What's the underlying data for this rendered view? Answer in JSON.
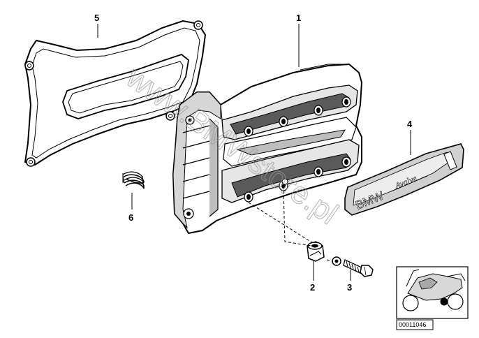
{
  "callouts": {
    "p1": "1",
    "p2": "2",
    "p3": "3",
    "p4": "4",
    "p5": "5",
    "p6": "6"
  },
  "badge": {
    "brand": "BMW",
    "script": "Avalve"
  },
  "watermark": "www.BMWstore.pl",
  "reference_number": "00011046",
  "colors": {
    "line": "#000000",
    "part_fill": "#ffffff",
    "shade": "#b8b8b8",
    "dark_shade": "#4a4a4a",
    "thumbnail_highlight": "#000000"
  }
}
